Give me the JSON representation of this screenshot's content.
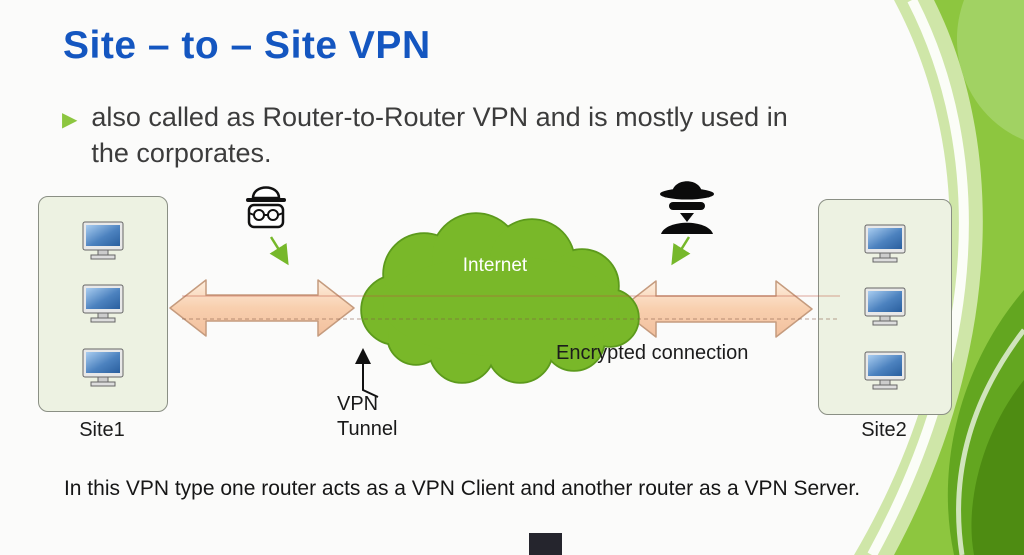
{
  "slide": {
    "title": "Site – to – Site VPN",
    "bullet_marker": "▶",
    "bullet": "also called as Router-to-Router VPN and is mostly used in the corporates.",
    "footer": "In this VPN type one router acts as a VPN Client and another router as a VPN Server."
  },
  "diagram": {
    "site1_label": "Site1",
    "site2_label": "Site2",
    "cloud_label": "Internet",
    "vpn_tunnel_line1": "VPN",
    "vpn_tunnel_line2": "Tunnel",
    "encrypted_label": "Encrypted connection"
  },
  "icons": {
    "left_attacker": "spy-outline-icon",
    "right_attacker": "spy-filled-icon",
    "site_computer": "computer-icon"
  },
  "colors": {
    "title_blue": "#1456c0",
    "accent_green": "#8cc63f",
    "cloud_green": "#79b829",
    "cloud_outline": "#5c9a1c",
    "arrow_fill": "#f8cfae",
    "site_box_fill": "#edf2e2"
  }
}
